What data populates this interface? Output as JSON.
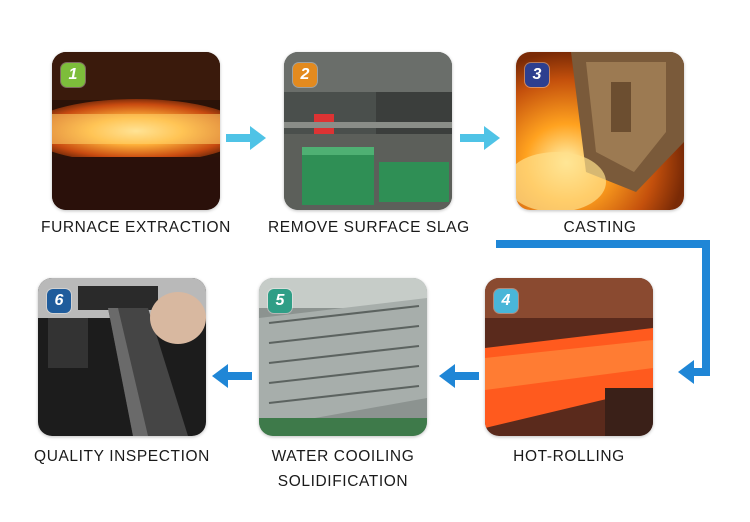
{
  "steps": [
    {
      "number": "1",
      "label": "FURNACE EXTRACTION",
      "badge_color": "#7dbd3b"
    },
    {
      "number": "2",
      "label": "REMOVE SURFACE SLAG",
      "badge_color": "#e38a1e"
    },
    {
      "number": "3",
      "label": "CASTING",
      "badge_color": "#2d3f8f"
    },
    {
      "number": "4",
      "label": "HOT-ROLLING",
      "badge_color": "#49b6d8"
    },
    {
      "number": "5",
      "label_line1": "WATER COOILING",
      "label_line2": "SOLIDIFICATION",
      "badge_color": "#2f9e86"
    },
    {
      "number": "6",
      "label": "QUALITY INSPECTION",
      "badge_color": "#1f5c9c"
    }
  ],
  "colors": {
    "arrow_light": "#4fc3e6",
    "arrow_blue": "#1f86d6"
  }
}
